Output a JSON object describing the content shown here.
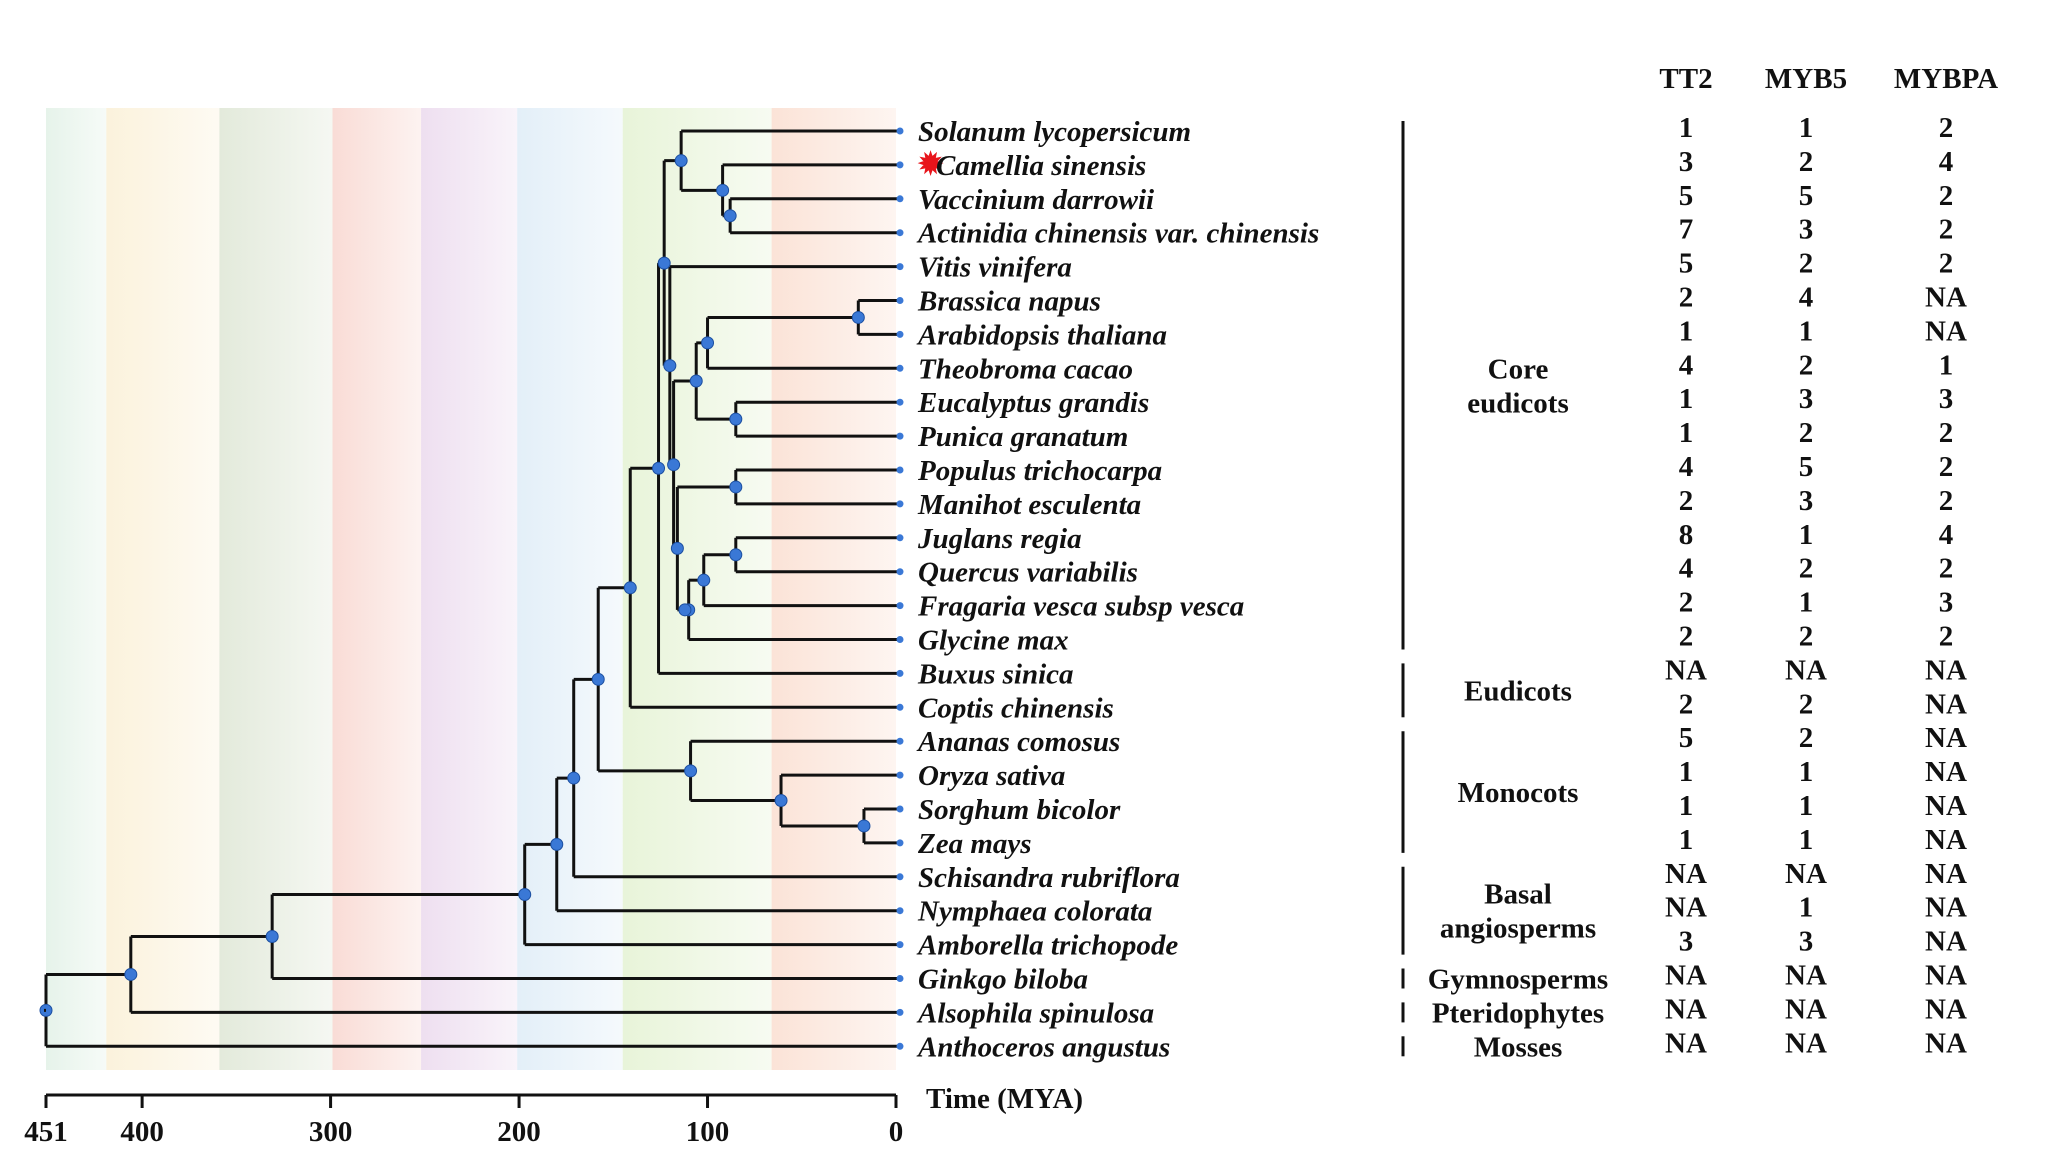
{
  "axis": {
    "label": "Time (MYA)",
    "ticks": [
      "451",
      "400",
      "300",
      "200",
      "100",
      "0"
    ],
    "range_mya": [
      451,
      0
    ]
  },
  "table": {
    "headers": [
      "TT2",
      "MYB5",
      "MYBPA"
    ]
  },
  "highlight_color": "#e8141b",
  "node_color": "#3a78d6",
  "period_colors": [
    "#e6f3ea",
    "#fbf2dc",
    "#e3eadb",
    "#f9dcd6",
    "#eedff0",
    "#e3eff8",
    "#e8f4d9",
    "#fbe3d7"
  ],
  "species": [
    {
      "name": "Solanum lycopersicum",
      "tt2": "1",
      "myb5": "1",
      "mybpa": "2"
    },
    {
      "name": "Camellia sinensis",
      "tt2": "3",
      "myb5": "2",
      "mybpa": "4",
      "highlight": true
    },
    {
      "name": "Vaccinium darrowii",
      "tt2": "5",
      "myb5": "5",
      "mybpa": "2"
    },
    {
      "name": "Actinidia chinensis var. chinensis",
      "tt2": "7",
      "myb5": "3",
      "mybpa": "2"
    },
    {
      "name": "Vitis vinifera",
      "tt2": "5",
      "myb5": "2",
      "mybpa": "2"
    },
    {
      "name": "Brassica napus",
      "tt2": "2",
      "myb5": "4",
      "mybpa": "NA"
    },
    {
      "name": "Arabidopsis thaliana",
      "tt2": "1",
      "myb5": "1",
      "mybpa": "NA"
    },
    {
      "name": "Theobroma cacao",
      "tt2": "4",
      "myb5": "2",
      "mybpa": "1"
    },
    {
      "name": "Eucalyptus grandis",
      "tt2": "1",
      "myb5": "3",
      "mybpa": "3"
    },
    {
      "name": "Punica granatum",
      "tt2": "1",
      "myb5": "2",
      "mybpa": "2"
    },
    {
      "name": "Populus trichocarpa",
      "tt2": "4",
      "myb5": "5",
      "mybpa": "2"
    },
    {
      "name": "Manihot esculenta",
      "tt2": "2",
      "myb5": "3",
      "mybpa": "2"
    },
    {
      "name": "Juglans regia",
      "tt2": "8",
      "myb5": "1",
      "mybpa": "4"
    },
    {
      "name": "Quercus variabilis",
      "tt2": "4",
      "myb5": "2",
      "mybpa": "2"
    },
    {
      "name": "Fragaria vesca subsp vesca",
      "tt2": "2",
      "myb5": "1",
      "mybpa": "3"
    },
    {
      "name": "Glycine max",
      "tt2": "2",
      "myb5": "2",
      "mybpa": "2"
    },
    {
      "name": "Buxus sinica",
      "tt2": "NA",
      "myb5": "NA",
      "mybpa": "NA"
    },
    {
      "name": "Coptis chinensis",
      "tt2": "2",
      "myb5": "2",
      "mybpa": "NA"
    },
    {
      "name": "Ananas comosus",
      "tt2": "5",
      "myb5": "2",
      "mybpa": "NA"
    },
    {
      "name": "Oryza sativa",
      "tt2": "1",
      "myb5": "1",
      "mybpa": "NA"
    },
    {
      "name": "Sorghum bicolor",
      "tt2": "1",
      "myb5": "1",
      "mybpa": "NA"
    },
    {
      "name": "Zea mays",
      "tt2": "1",
      "myb5": "1",
      "mybpa": "NA"
    },
    {
      "name": "Schisandra rubriflora",
      "tt2": "NA",
      "myb5": "NA",
      "mybpa": "NA"
    },
    {
      "name": "Nymphaea colorata",
      "tt2": "NA",
      "myb5": "1",
      "mybpa": "NA"
    },
    {
      "name": "Amborella trichopode",
      "tt2": "3",
      "myb5": "3",
      "mybpa": "NA"
    },
    {
      "name": "Ginkgo biloba",
      "tt2": "NA",
      "myb5": "NA",
      "mybpa": "NA"
    },
    {
      "name": "Alsophila spinulosa",
      "tt2": "NA",
      "myb5": "NA",
      "mybpa": "NA"
    },
    {
      "name": "Anthoceros angustus",
      "tt2": "NA",
      "myb5": "NA",
      "mybpa": "NA"
    }
  ],
  "groups": [
    {
      "lines": [
        "Core",
        "eudicots"
      ]
    },
    {
      "lines": [
        "Eudicots"
      ]
    },
    {
      "lines": [
        "Monocots"
      ]
    },
    {
      "lines": [
        "Basal",
        "angiosperms"
      ]
    },
    {
      "lines": [
        "Gymnosperms"
      ]
    },
    {
      "lines": [
        "Pteridophytes"
      ]
    },
    {
      "lines": [
        "Mosses"
      ]
    }
  ]
}
